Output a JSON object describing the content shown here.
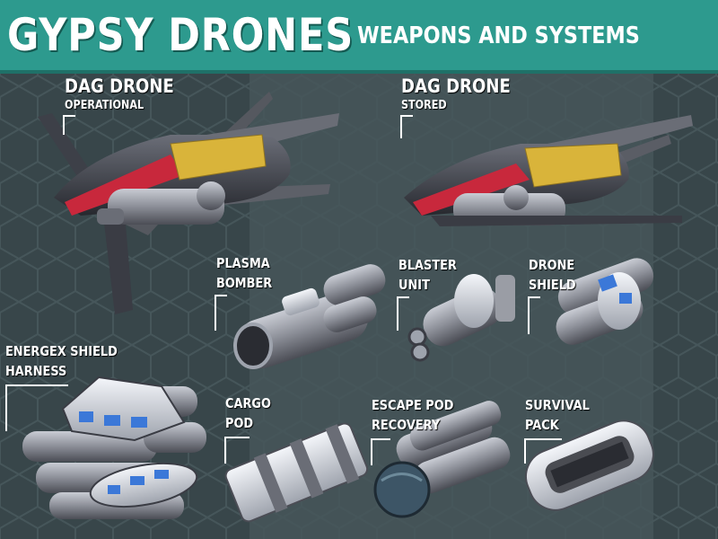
{
  "header": {
    "title": "GYPSY DRONES",
    "subtitle": "WEAPONS AND SYSTEMS"
  },
  "items": {
    "dag_operational": {
      "name": "DAG DRONE",
      "status": "OPERATIONAL"
    },
    "dag_stored": {
      "name": "DAG DRONE",
      "status": "STORED"
    },
    "plasma_bomber": {
      "line1": "PLASMA",
      "line2": "BOMBER"
    },
    "blaster_unit": {
      "line1": "BLASTER",
      "line2": "UNIT"
    },
    "drone_shield": {
      "line1": "DRONE",
      "line2": "SHIELD"
    },
    "energex_shield": {
      "line1": "ENERGEX SHIELD",
      "line2": "HARNESS"
    },
    "cargo_pod": {
      "line1": "CARGO",
      "line2": "POD"
    },
    "escape_pod": {
      "line1": "ESCAPE POD",
      "line2": "RECOVERY"
    },
    "survival_pack": {
      "line1": "SURVIVAL",
      "line2": "PACK"
    }
  },
  "colors": {
    "header": "#2d9a8e",
    "background": "#3a474a",
    "hull": "#8a8d96",
    "accent_red": "#c8283c",
    "accent_yellow": "#d9b43a",
    "light_blue": "#3b78d8"
  }
}
